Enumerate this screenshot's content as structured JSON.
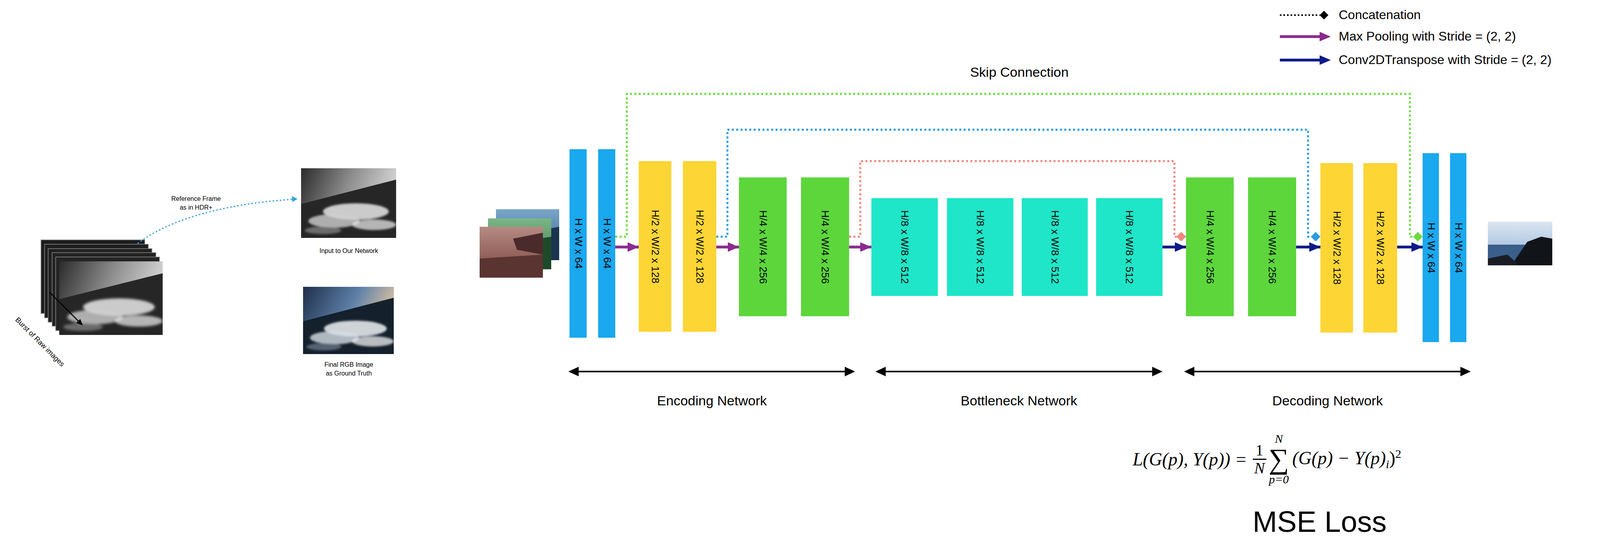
{
  "diagram": {
    "nodes": [
      {
        "text": [
          "H x W x 64"
        ]
      },
      {
        "text": [
          "H x W x 64"
        ]
      },
      {
        "text": [
          "H/2 x W/2 x 128"
        ]
      },
      {
        "text": [
          "H/2 x W/2 x 128"
        ]
      },
      {
        "text": [
          "H/4 x W/4 x 256"
        ]
      },
      {
        "text": [
          "H/4 x W/4 x 256"
        ]
      },
      {
        "text": [
          "H/8 x W/8 x 512"
        ]
      },
      {
        "text": [
          "H/8 x W/8 x 512"
        ]
      },
      {
        "text": [
          "H/8 x W/8 x 512"
        ]
      },
      {
        "text": [
          "H/8 x W/8 x 512"
        ]
      },
      {
        "text": [
          "H/4 x W/4 x 256"
        ]
      },
      {
        "text": [
          "H/4 x W/4 x 256"
        ]
      },
      {
        "text": [
          "H/2 x W/2 x 128"
        ]
      },
      {
        "text": [
          "H/2 x W/2 x 128"
        ]
      },
      {
        "text": [
          "H x W x 64"
        ]
      },
      {
        "text": [
          "H x W x 64"
        ]
      }
    ],
    "edges": [
      {
        "from": 1,
        "to": 2,
        "arrow": "to"
      },
      {
        "from": 3,
        "to": 4,
        "arrow": "to"
      },
      {
        "from": 5,
        "to": 6,
        "arrow": "to"
      },
      {
        "from": 9,
        "to": 10,
        "arrow": "to"
      },
      {
        "from": 11,
        "to": 12,
        "arrow": "to"
      },
      {
        "from": 13,
        "to": 14,
        "arrow": "to"
      },
      {
        "from": 5,
        "to": 10,
        "arrow": "to"
      },
      {
        "from": 3,
        "to": 12,
        "arrow": "to"
      },
      {
        "from": 1,
        "to": 14,
        "arrow": "to"
      }
    ],
    "labels": [
      "Reference Frame as in HDR+",
      "Input to Our Network",
      "Final RGB Image as Ground Truth",
      "Burst of Raw images",
      "Skip Connection",
      "Encoding Network",
      "Bottleneck Network",
      "Decoding Network",
      "L(G(p), Y(p)) =",
      "1",
      "N",
      "N",
      "∑",
      "p=0",
      "(G(p) − Y(p)",
      "i",
      ")",
      "2",
      "MSE Loss"
    ],
    "legend": [
      {
        "text": "Concatenation"
      },
      {
        "text": "Max Pooling with Stride = (2, 2)"
      },
      {
        "text": "Conv2DTranspose with Stride = (2, 2)"
      }
    ]
  }
}
